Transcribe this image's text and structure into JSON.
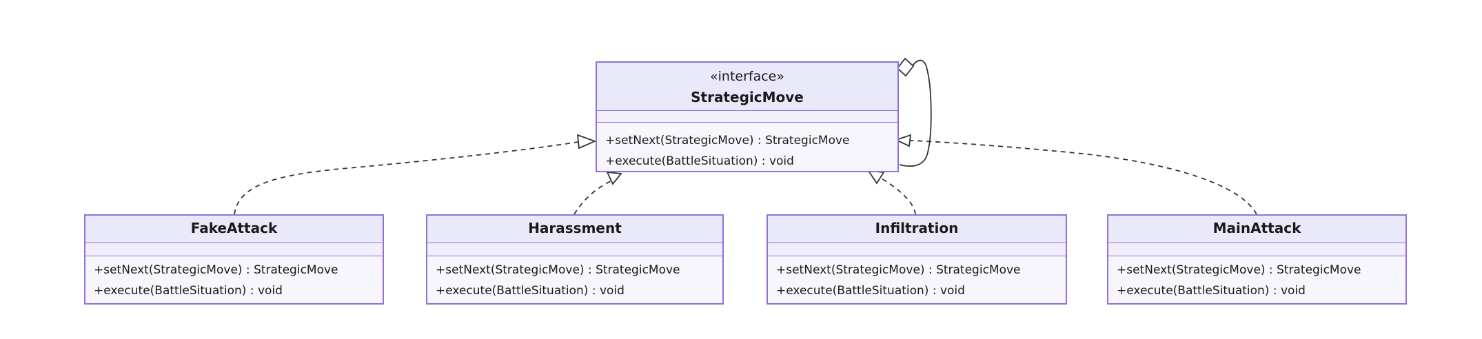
{
  "diagram_type": "uml-class-diagram",
  "colors": {
    "node_fill_header": "#EAE9FA",
    "node_fill_attributes": "#F0EFFB",
    "node_fill_methods": "#F7F6FD",
    "node_border": "#9370DB",
    "edge_stroke": "#333333",
    "background": "#FFFFFF",
    "text": "#1A1A1A"
  },
  "interface": {
    "stereotype": "«interface»",
    "name": "StrategicMove",
    "attributes": [],
    "methods": [
      "+setNext(StrategicMove) : StrategicMove",
      "+execute(BattleSituation) : void"
    ]
  },
  "classes": [
    {
      "name": "FakeAttack",
      "attributes": [],
      "methods": [
        "+setNext(StrategicMove) : StrategicMove",
        "+execute(BattleSituation) : void"
      ]
    },
    {
      "name": "Harassment",
      "attributes": [],
      "methods": [
        "+setNext(StrategicMove) : StrategicMove",
        "+execute(BattleSituation) : void"
      ]
    },
    {
      "name": "Infiltration",
      "attributes": [],
      "methods": [
        "+setNext(StrategicMove) : StrategicMove",
        "+execute(BattleSituation) : void"
      ]
    },
    {
      "name": "MainAttack",
      "attributes": [],
      "methods": [
        "+setNext(StrategicMove) : StrategicMove",
        "+execute(BattleSituation) : void"
      ]
    }
  ],
  "relations": [
    {
      "from": "FakeAttack",
      "to": "StrategicMove",
      "type": "realization"
    },
    {
      "from": "Harassment",
      "to": "StrategicMove",
      "type": "realization"
    },
    {
      "from": "Infiltration",
      "to": "StrategicMove",
      "type": "realization"
    },
    {
      "from": "MainAttack",
      "to": "StrategicMove",
      "type": "realization"
    },
    {
      "from": "StrategicMove",
      "to": "StrategicMove",
      "type": "aggregation-self"
    }
  ]
}
